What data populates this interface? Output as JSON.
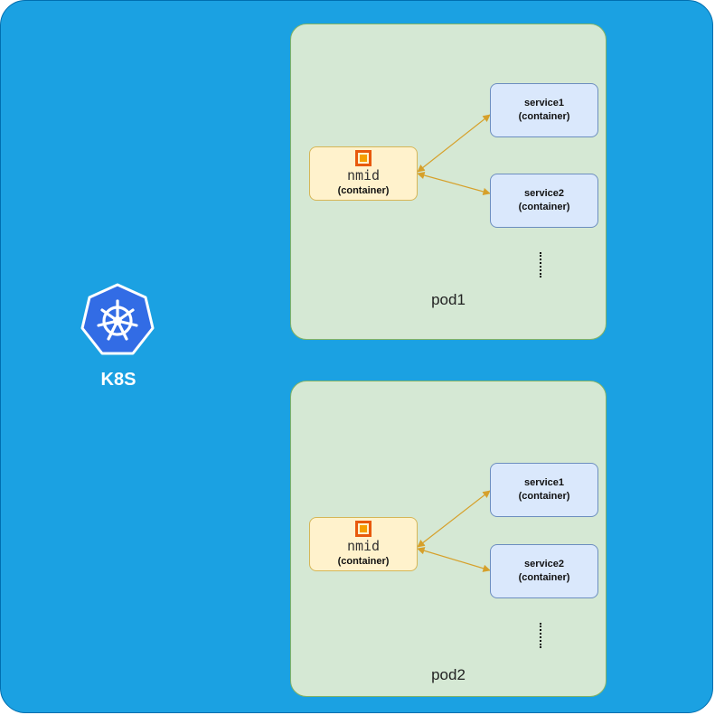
{
  "cluster": {
    "label": "K8S",
    "icon": "kubernetes-icon",
    "background_color": "#1ba1e2"
  },
  "pods": [
    {
      "label": "pod1",
      "nmid": {
        "name": "nmid",
        "sub": "(container)",
        "icon": "nmid-logo-icon"
      },
      "services": [
        {
          "name": "service1",
          "sub": "(container)"
        },
        {
          "name": "service2",
          "sub": "(container)"
        }
      ]
    },
    {
      "label": "pod2",
      "nmid": {
        "name": "nmid",
        "sub": "(container)",
        "icon": "nmid-logo-icon"
      },
      "services": [
        {
          "name": "service1",
          "sub": "(container)"
        },
        {
          "name": "service2",
          "sub": "(container)"
        }
      ]
    }
  ],
  "colors": {
    "pod_fill": "#d5e8d4",
    "nmid_fill": "#fff2cc",
    "service_fill": "#dae8fc",
    "arrow": "#d6a02a"
  }
}
